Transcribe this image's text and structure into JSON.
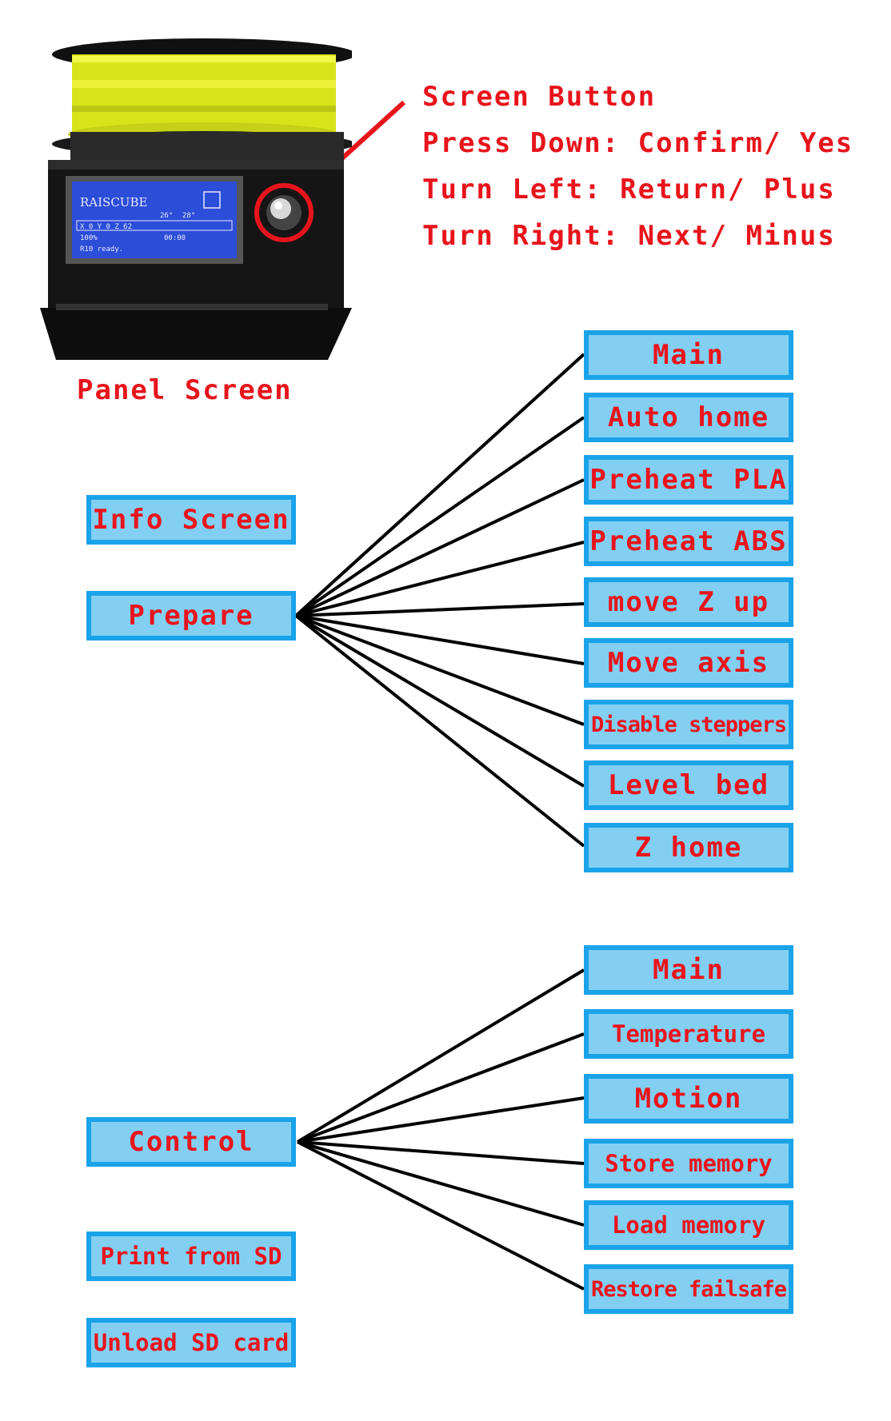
{
  "callout": {
    "title": "Screen Button",
    "press": "Press Down: Confirm/ Yes",
    "left": "Turn Left: Return/ Plus",
    "right": "Turn Right: Next/ Minus"
  },
  "panel_caption": "Panel Screen",
  "lcd": {
    "brand": "RAISCUBE",
    "temp1": "26°",
    "temp2": "28°",
    "coords": "X  0 Y  0 Z 62",
    "speed": "100%",
    "time": "00:00",
    "status": "R10 ready."
  },
  "main_menu": {
    "info_screen": "Info Screen",
    "prepare": "Prepare",
    "control": "Control",
    "print_from_sd": "Print from SD",
    "unload_sd_card": "Unload SD card"
  },
  "prepare_menu": [
    "Main",
    "Auto home",
    "Preheat PLA",
    "Preheat ABS",
    "move Z up",
    "Move axis",
    "Disable steppers",
    "Level bed",
    "Z home"
  ],
  "control_menu": [
    "Main",
    "Temperature",
    "Motion",
    "Store memory",
    "Load memory",
    "Restore failsafe"
  ],
  "colors": {
    "box_fill": "#82cff2",
    "box_border": "#1aa3e8",
    "label_text": "#e8141c",
    "connector": "#000000",
    "filament": "#e8ef1a",
    "lcd": "#2b4dd8"
  },
  "icons": {
    "printer": "3d-printer-photo",
    "arrow": "red-arrow",
    "highlight": "red-circle"
  }
}
